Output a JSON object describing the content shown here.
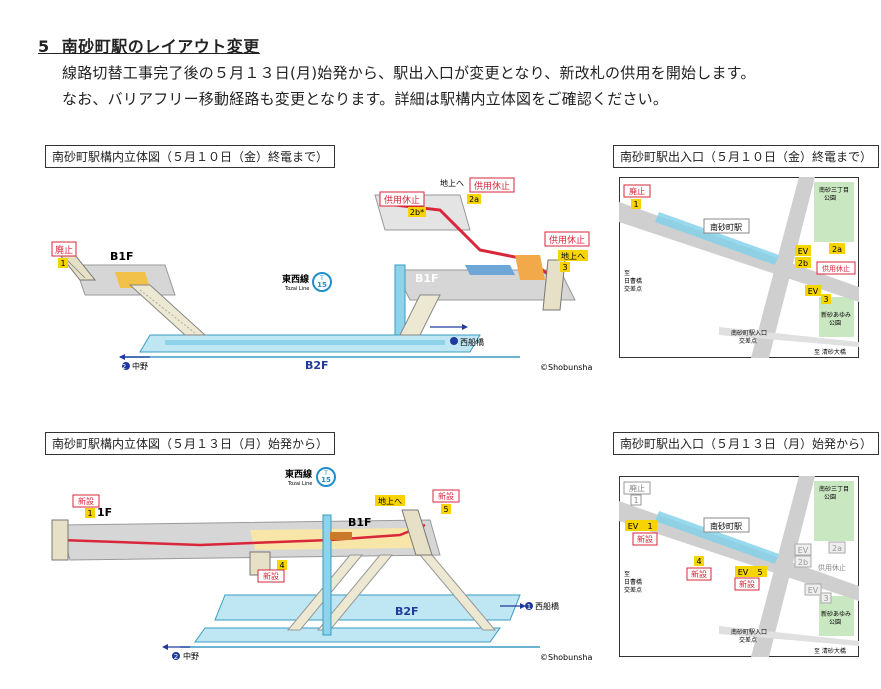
{
  "section": {
    "number": "5",
    "title": "南砂町駅のレイアウト変更",
    "lines": [
      "線路切替工事完了後の５月１３日(月)始発から、駅出入口が変更となり、新改札の供用を開始します。",
      "なお、バリアフリー移動経路も変更となります。詳細は駅構内立体図をご確認ください。"
    ]
  },
  "top_diagram": {
    "caption": "南砂町駅構内立体図（５月１０日（金）終電まで）",
    "labels": {
      "closed": "廃止",
      "exit1": "1",
      "b1f_left": "B1F",
      "b1f_right": "B1F",
      "line_name": "東西線",
      "line_name_en": "Tozai Line",
      "line_code": "T",
      "station_no": "15",
      "to_ground_a": "地上へ",
      "suspended_a": "供用休止",
      "exit2a": "2a",
      "suspended_b": "供用休止",
      "exit2b": "2b*",
      "suspended_c": "供用休止",
      "to_ground_b": "地上へ",
      "exit3": "3",
      "dir_nishifunabashi_no": "1",
      "dir_nishifunabashi": "西船橋",
      "dir_nakano_no": "2",
      "dir_nakano": "中野",
      "b2f": "B2F",
      "copyright": "©Shobunsha"
    }
  },
  "top_map": {
    "caption": "南砂町駅出入口（５月１０日（金）終電まで）",
    "labels": {
      "closed": "廃止",
      "exit1": "1",
      "station": "南砂町駅",
      "area_north": "南砂三丁目",
      "area_north2": "公園",
      "ev_a": "EV",
      "exit2a": "2a",
      "exit2b": "2b",
      "suspended": "供用休止",
      "ev_b": "EV",
      "exit3": "3",
      "intersection_left": "至",
      "intersection_left2": "日曹橋",
      "intersection_left3": "交差点",
      "park": "新砂あゆみ",
      "park2": "公園",
      "junction": "南砂町駅入口",
      "junction2": "交差点",
      "to_bridge": "至 清砂大橋"
    }
  },
  "bottom_diagram": {
    "caption": "南砂町駅構内立体図（５月１３日（月）始発から）",
    "labels": {
      "new_a": "新設",
      "exit1": "1",
      "f1": "1F",
      "line_name": "東西線",
      "line_name_en": "Tozai Line",
      "line_code": "T",
      "station_no": "15",
      "to_ground": "地上へ",
      "new_b": "新設",
      "exit5": "5",
      "b1f": "B1F",
      "exit4": "4",
      "new_c": "新設",
      "b2f": "B2F",
      "dir_nishifunabashi_no": "1",
      "dir_nishifunabashi": "西船橋",
      "dir_nakano_no": "2",
      "dir_nakano": "中野",
      "copyright": "©Shobunsha"
    }
  },
  "bottom_map": {
    "caption": "南砂町駅出入口（５月１３日（月）始発から）",
    "labels": {
      "closed": "廃止",
      "exit1_old": "1",
      "area_north": "南砂三丁目",
      "area_north2": "公園",
      "ev_1": "EV",
      "exit1": "1",
      "new_1": "新設",
      "station": "南砂町駅",
      "exit4": "4",
      "new_4": "新設",
      "ev_5": "EV",
      "exit5": "5",
      "new_5": "新設",
      "ev_old_a": "EV",
      "exit2a": "2a",
      "exit2b": "2b",
      "suspended": "供用休止",
      "ev_old_b": "EV",
      "exit3": "3",
      "intersection_left": "至",
      "intersection_left2": "日曹橋",
      "intersection_left3": "交差点",
      "park": "新砂あゆみ",
      "park2": "公園",
      "junction": "南砂町駅入口",
      "junction2": "交差点",
      "to_bridge": "至 清砂大橋"
    }
  },
  "colors": {
    "platform": "#8fd3ea",
    "platform_edge": "#3a9cc4",
    "floor": "#d6d6d6",
    "route": "#d9263a",
    "closed_border": "#d9263a",
    "exit_yellow": "#f5d400",
    "road": "#cfcfcf",
    "green": "#c9e7c0",
    "map_line": "#7fd0e8"
  }
}
